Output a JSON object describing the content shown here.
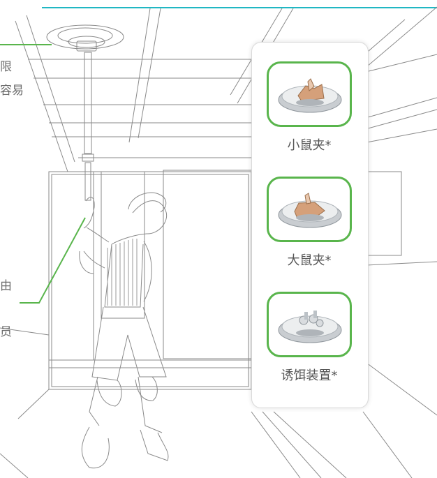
{
  "header": {
    "accent_color": "#20b7c3"
  },
  "left_captions": {
    "top_partial_1": "限",
    "top_partial_2": "容易",
    "mid_partial": "由",
    "bottom_partial": "员"
  },
  "products": [
    {
      "label": "小鼠夹*",
      "icon": "small-mouse-trap-icon"
    },
    {
      "label": "大鼠夹*",
      "icon": "large-mouse-trap-icon"
    },
    {
      "label": "诱饵装置*",
      "icon": "bait-station-icon"
    }
  ],
  "callout_color": "#59b54c",
  "panel_border_color": "#d9d9d9"
}
